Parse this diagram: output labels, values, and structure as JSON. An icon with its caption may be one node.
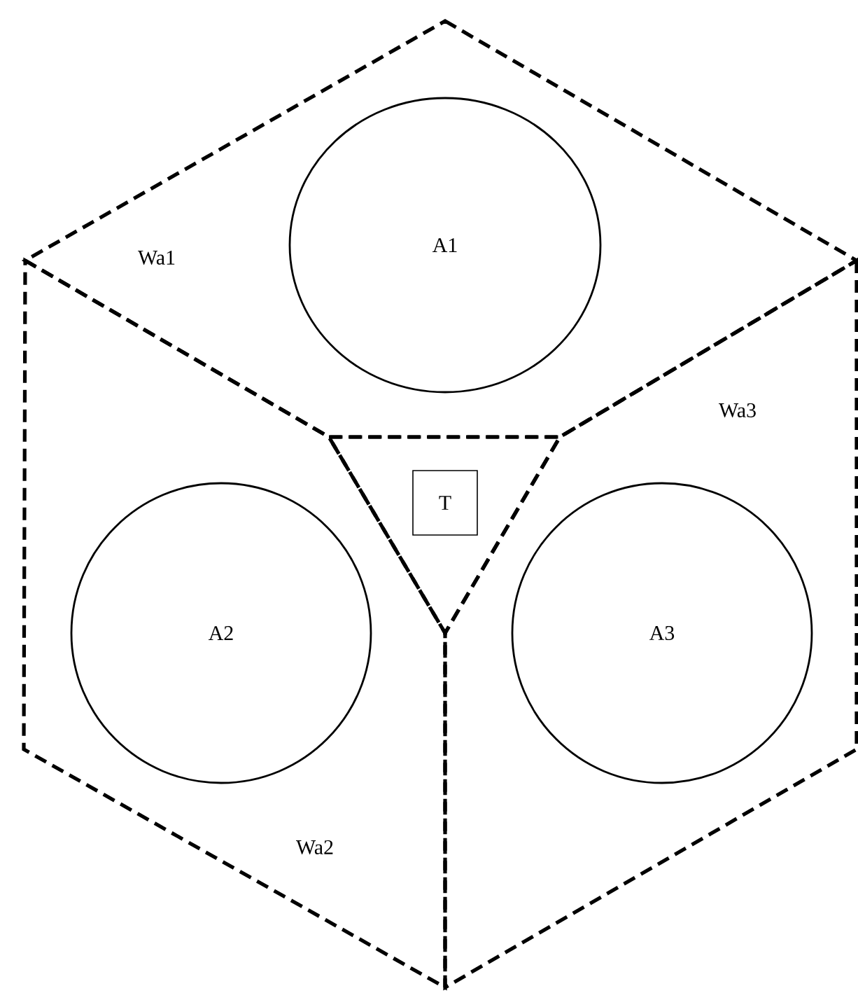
{
  "diagram": {
    "nodes": [
      {
        "text": [
          "Wa1"
        ]
      },
      {
        "text": [
          "A1"
        ],
        "in": 0
      },
      {
        "text": [],
        "shape": "triangle"
      },
      {
        "text": [
          "T"
        ],
        "in": 2
      },
      {
        "text": [
          "Wa2"
        ]
      },
      {
        "text": [
          "A2"
        ],
        "in": 4
      },
      {
        "text": [
          "Wa3"
        ]
      },
      {
        "text": [
          "A3"
        ],
        "in": 6
      }
    ]
  }
}
